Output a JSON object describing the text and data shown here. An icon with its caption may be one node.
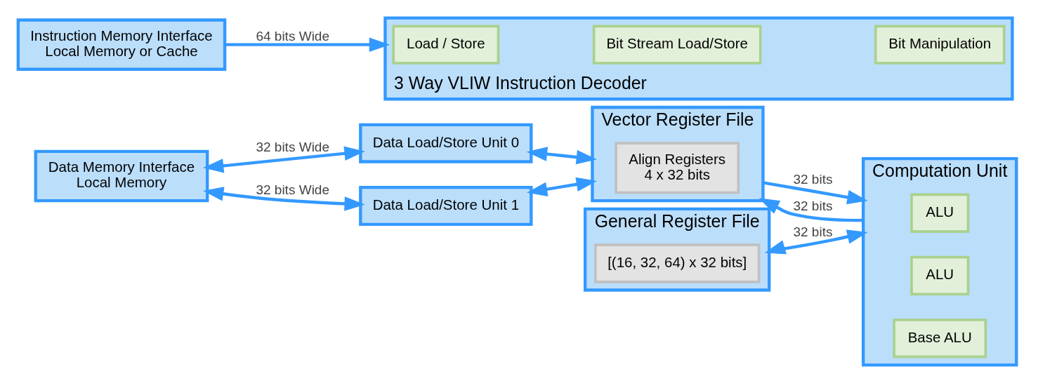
{
  "diagram": {
    "nodes": [
      {
        "text": [
          "Data Memory Interface",
          "Local Memory"
        ]
      },
      {
        "text": [
          "Data Load/Store Unit 0"
        ]
      },
      {
        "text": [
          "Data Load/Store Unit 1"
        ]
      },
      {
        "text": [
          "Vector Register File"
        ]
      },
      {
        "text": [
          "Align Registers",
          "4 x 32 bits"
        ],
        "in": 3
      },
      {
        "text": [
          "General Register File"
        ]
      },
      {
        "text": [
          "[(16, 32, 64) x 32 bits]"
        ],
        "in": 5
      },
      {
        "text": [
          "Instruction Memory Interface",
          "Local Memory or Cache"
        ]
      },
      {
        "text": [
          "3 Way VLIW Instruction Decoder"
        ]
      },
      {
        "text": [
          "Load / Store"
        ],
        "in": 8
      },
      {
        "text": [
          "Bit Stream Load/Store"
        ],
        "in": 8
      },
      {
        "text": [
          "Bit Manipulation"
        ],
        "in": 8
      },
      {
        "text": [
          "Computation Unit"
        ]
      },
      {
        "text": [
          "ALU"
        ],
        "in": 12
      },
      {
        "text": [
          "ALU"
        ],
        "in": 12
      },
      {
        "text": [
          "Base ALU"
        ],
        "in": 12
      }
    ],
    "edges": [
      {
        "from": 0,
        "to": 1,
        "arrow": "both",
        "label": "32 bits Wide"
      },
      {
        "from": 0,
        "to": 2,
        "arrow": "both",
        "label": "32 bits Wide"
      },
      {
        "from": 1,
        "to": 3,
        "arrow": "both"
      },
      {
        "from": 2,
        "to": 3,
        "arrow": "both"
      },
      {
        "from": 3,
        "to": 12,
        "arrow": "to",
        "label": "32 bits"
      },
      {
        "from": 12,
        "to": 3,
        "arrow": "to",
        "label": "32 bits"
      },
      {
        "from": 5,
        "to": 12,
        "arrow": "both",
        "label": "32 bits"
      },
      {
        "from": 7,
        "to": 8,
        "arrow": "to",
        "label": "64 bits Wide"
      }
    ]
  }
}
